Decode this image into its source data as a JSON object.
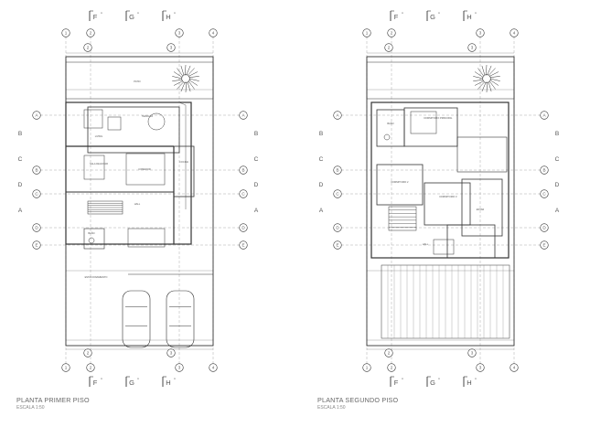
{
  "plans": [
    {
      "title": "PLANTA PRIMER PISO",
      "scale": "ESCALA 1:50",
      "rooms": [
        {
          "label": "PATIO"
        },
        {
          "label": "TERRAZA"
        },
        {
          "label": "COCINA"
        },
        {
          "label": "COMEDOR"
        },
        {
          "label": "LIVING"
        },
        {
          "label": "SALA DE ESTAR"
        },
        {
          "label": "HALL"
        },
        {
          "label": "BAÑO"
        },
        {
          "label": "ESTACIONAMIENTO"
        }
      ],
      "grid_letters": [
        "A",
        "B",
        "C",
        "D",
        "E"
      ],
      "grid_numbers": [
        "1",
        "2",
        "3",
        "4"
      ],
      "column_letters": [
        "F",
        "G",
        "H"
      ]
    },
    {
      "title": "PLANTA SEGUNDO PISO",
      "scale": "ESCALA 1:50",
      "rooms": [
        {
          "label": "DORMITORIO PRINCIPAL"
        },
        {
          "label": "BAÑO"
        },
        {
          "label": "DORMITORIO 2"
        },
        {
          "label": "DORMITORIO 3"
        },
        {
          "label": "ESTAR"
        },
        {
          "label": "HALL"
        }
      ],
      "grid_letters": [
        "A",
        "B",
        "C",
        "D",
        "E"
      ],
      "grid_numbers": [
        "1",
        "2",
        "3",
        "4"
      ],
      "column_letters": [
        "F",
        "G",
        "H"
      ]
    }
  ],
  "colors": {
    "line": "#333333",
    "grid": "#888888",
    "text": "#555555"
  }
}
